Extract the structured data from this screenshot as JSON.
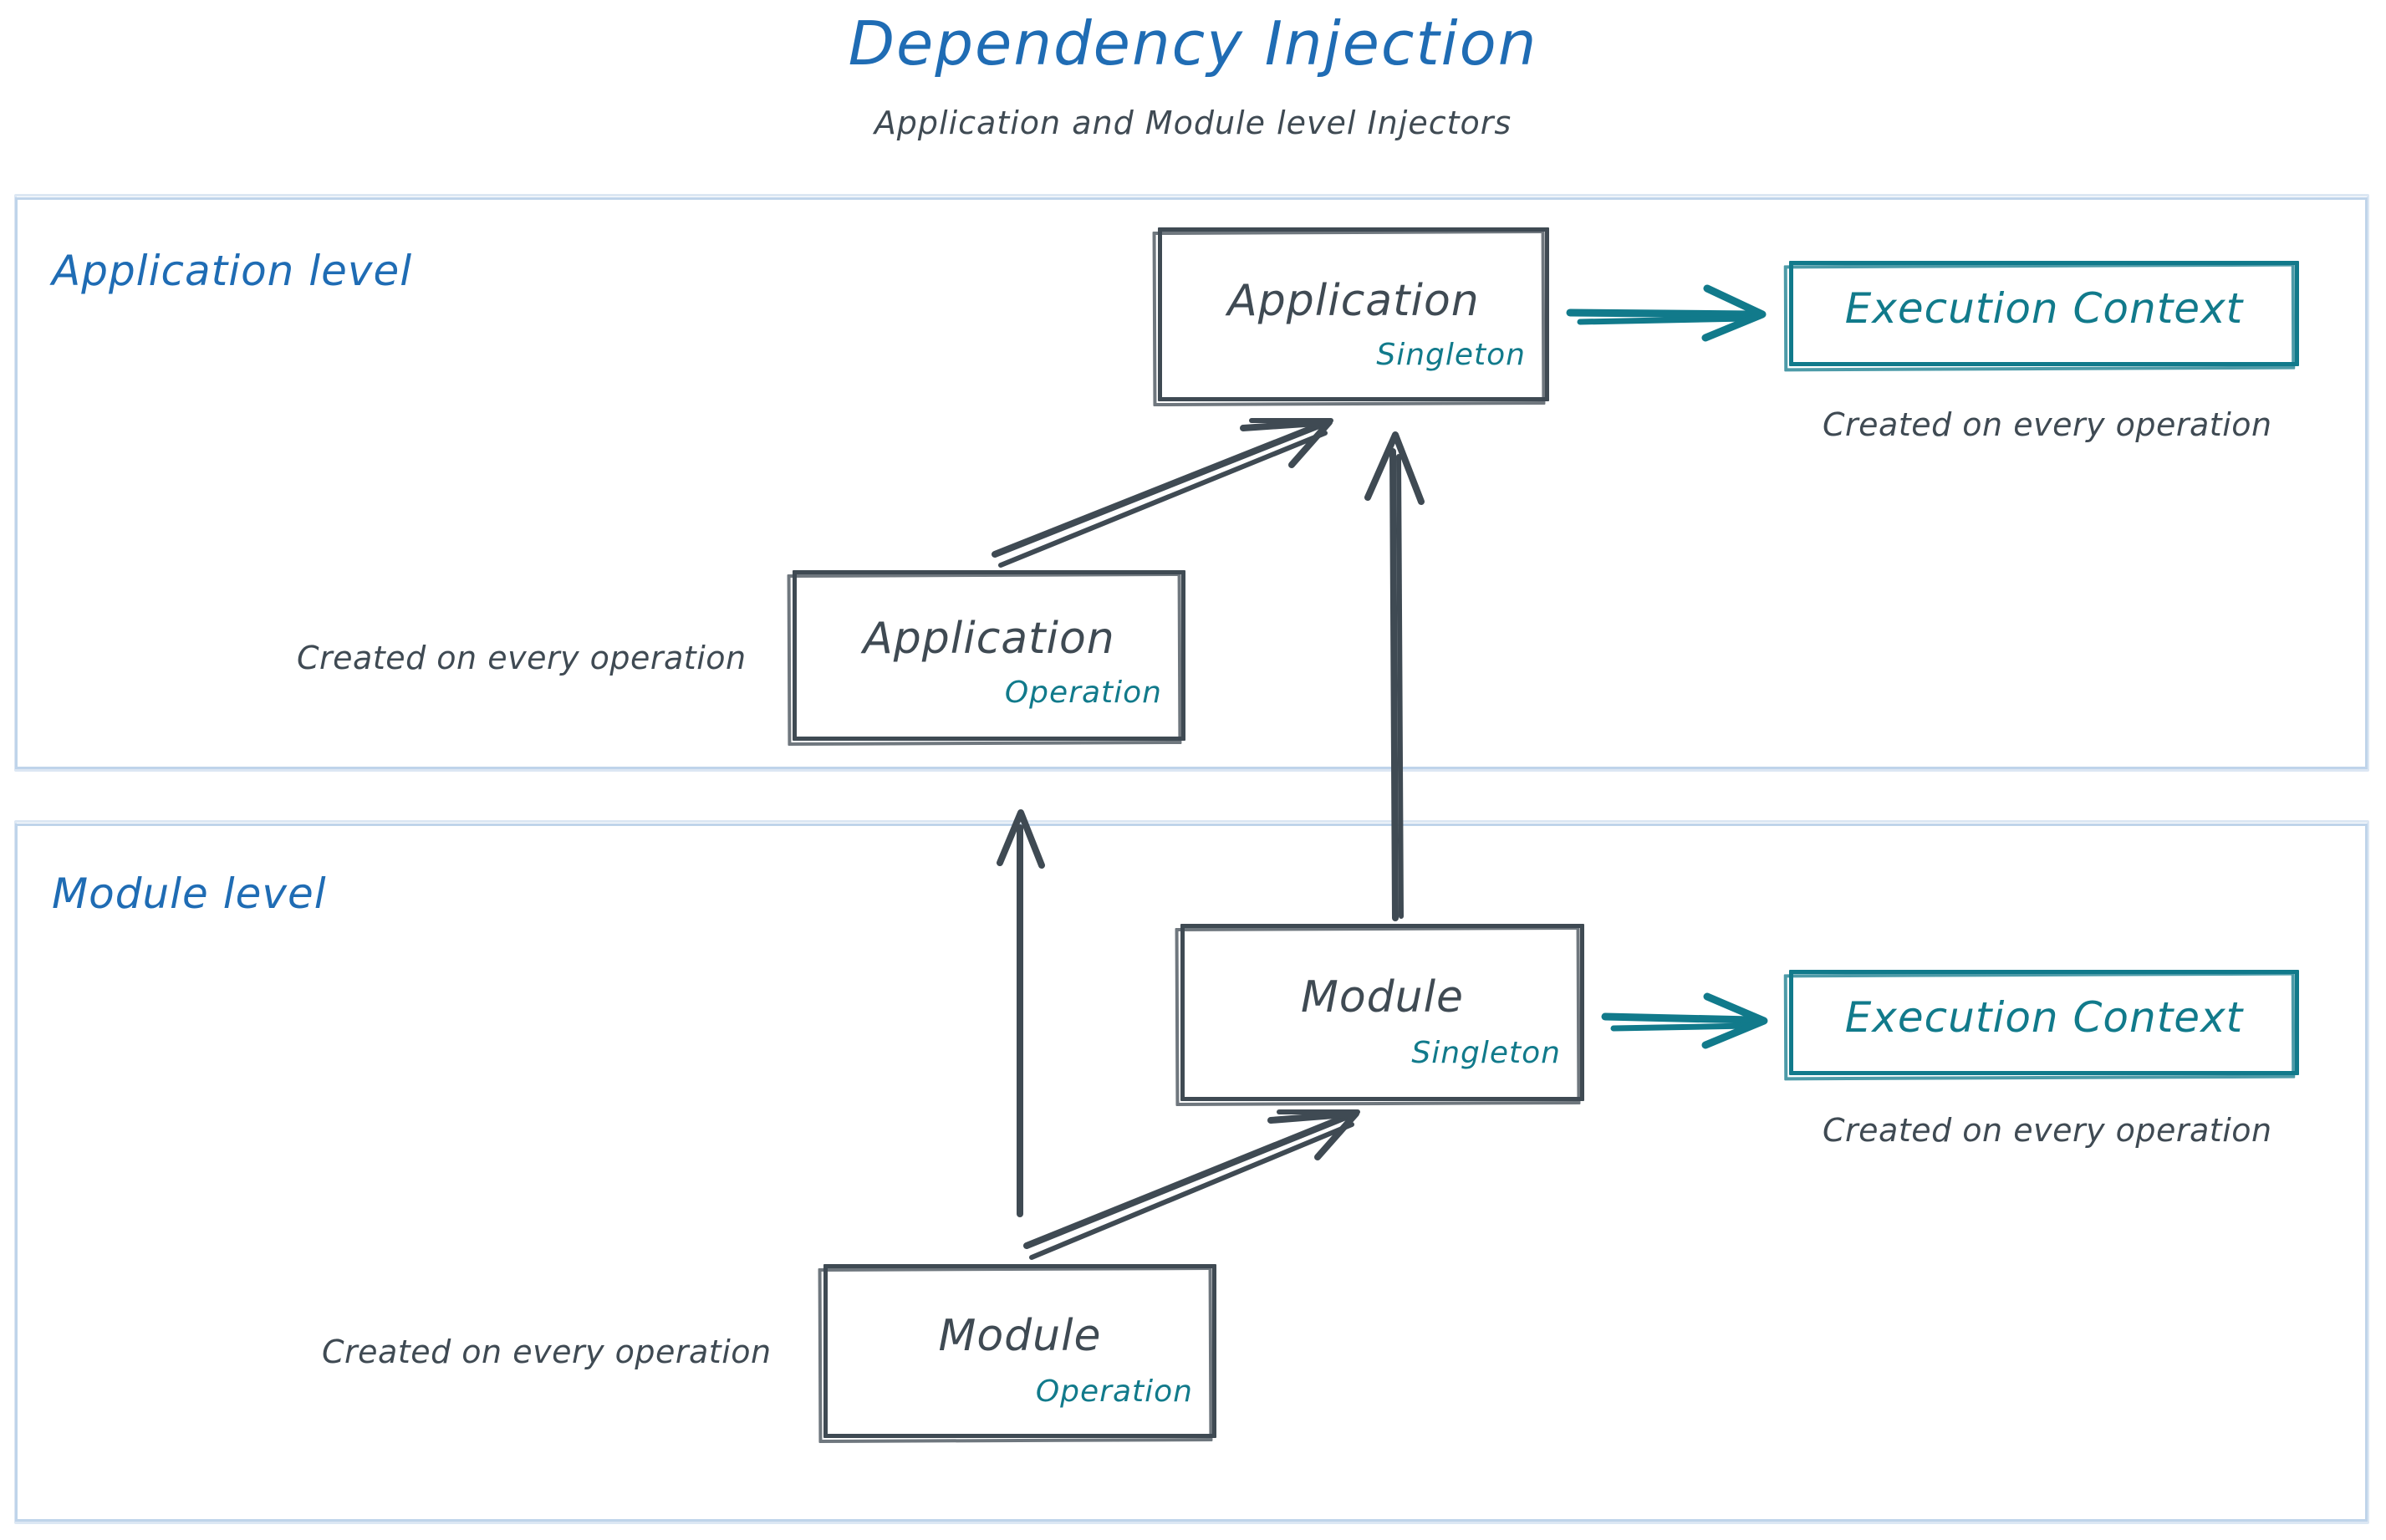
{
  "header": {
    "title": "Dependency Injection",
    "subtitle": "Application and Module level Injectors",
    "title_color": "#1f6cb4",
    "subtitle_color": "#3f4a53"
  },
  "colors": {
    "panel_border": "#bfd4ea",
    "panel_label": "#1f6cb4",
    "node_border": "#3f4a53",
    "node_text": "#3f4a53",
    "scope_text": "#117a8b",
    "teal_node": "#117a8b",
    "background": "#ffffff"
  },
  "panels": [
    {
      "id": "application",
      "label": "Application level"
    },
    {
      "id": "module",
      "label": "Module level"
    }
  ],
  "nodes": {
    "app_singleton": {
      "title": "Application",
      "scope": "Singleton"
    },
    "app_operation": {
      "title": "Application",
      "scope": "Operation"
    },
    "exec_app": {
      "title": "Execution Context"
    },
    "mod_singleton": {
      "title": "Module",
      "scope": "Singleton"
    },
    "mod_operation": {
      "title": "Module",
      "scope": "Operation"
    },
    "exec_mod": {
      "title": "Execution Context"
    }
  },
  "captions": {
    "exec_app": "Created on every operation",
    "app_op": "Created on every operation",
    "exec_mod": "Created on every operation",
    "mod_op": "Created on every operation"
  },
  "arrows": [
    {
      "id": "app-singleton-to-exec-context",
      "from": "app_singleton",
      "to": "exec_app",
      "style": "teal",
      "direction": "right"
    },
    {
      "id": "app-operation-to-app-singleton",
      "from": "app_operation",
      "to": "app_singleton",
      "style": "ink",
      "direction": "diagonal-up-right"
    },
    {
      "id": "mod-singleton-to-app-singleton",
      "from": "mod_singleton",
      "to": "app_singleton",
      "style": "ink",
      "direction": "up"
    },
    {
      "id": "mod-operation-to-app-operation",
      "from": "mod_operation",
      "to": "app_operation",
      "style": "ink",
      "direction": "up"
    },
    {
      "id": "mod-singleton-to-exec-context",
      "from": "mod_singleton",
      "to": "exec_mod",
      "style": "teal",
      "direction": "right"
    },
    {
      "id": "mod-operation-to-mod-singleton",
      "from": "mod_operation",
      "to": "mod_singleton",
      "style": "ink",
      "direction": "diagonal-up-right"
    }
  ]
}
